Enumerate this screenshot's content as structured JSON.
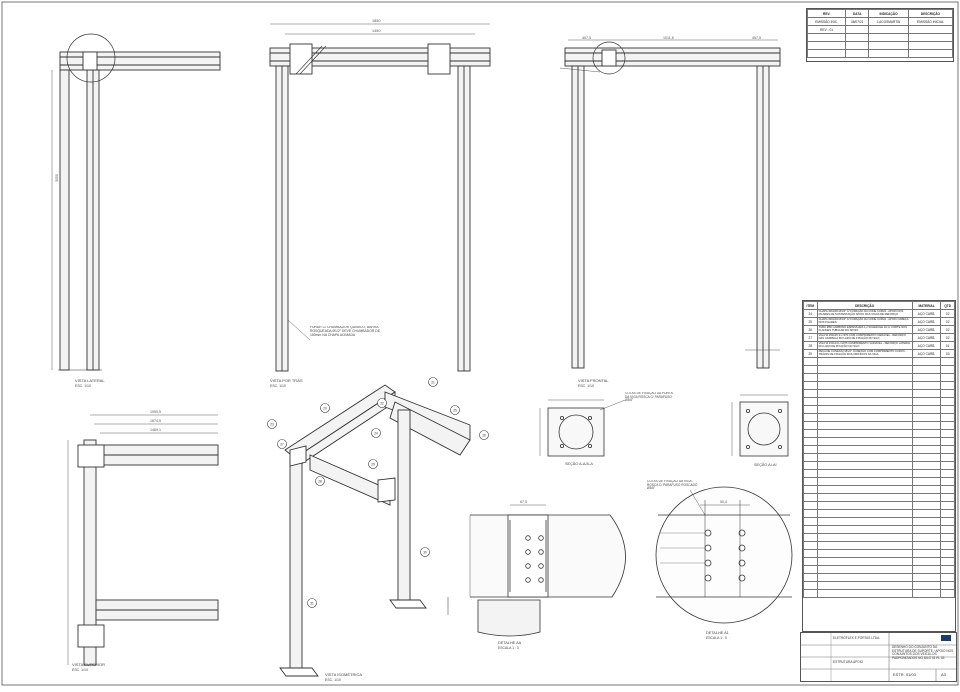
{
  "colors": {
    "line": "#333333",
    "steel_fill": "#f3f3f3",
    "paper": "#ffffff"
  },
  "views": {
    "lateral": {
      "label": "VISTA LATERAL",
      "scale": "ESC. 1/10"
    },
    "tras": {
      "label": "VISTA POR TRÁS",
      "scale": "ESC. 1/10"
    },
    "frontal": {
      "label": "VISTA FRONTAL",
      "scale": "ESC. 1/10"
    },
    "superior": {
      "label": "VISTA SUPERIOR",
      "scale": "ESC. 1/10"
    },
    "isometrica": {
      "label": "VISTA ISOMÉTRICA",
      "scale": "ESC. 1/10"
    },
    "secao_a": {
      "label": "SEÇÃO A-A/A-A"
    },
    "secao_b": {
      "label": "SEÇÃO AI-AI"
    },
    "detalhe_aa": {
      "label": "DETALHE AA",
      "scale": "ESCALA 1 : 3"
    },
    "detalhe_a1": {
      "label": "DETALHE A1",
      "scale": "ESCALA 1 : 5"
    }
  },
  "notes": {
    "chumbador": "FURAR C/ CHUMBADOR QUÍMICO, BARRA ROSQUEADA Ø1/2\" DEVE CHUMBADOR DE 150mm NA CHAPA ACIMADA",
    "fixacao_1": "COTAS DE FIXAÇÃO DA PONTA DA VIGA ROSCA C/ PARAFUSO Ø3/8\"",
    "fixacao_2": "COTAS DE FIXAÇÃO DA VIGA - ROSCA C/ PARAFUSO ROSCADO Ø3/8\""
  },
  "dims": {
    "tras_overall": "1850",
    "tras_inner": "1450",
    "frontal": [
      "457,5",
      "1011,5",
      "457,5"
    ],
    "superior": [
      "1950,5",
      "1874,5",
      "1469,1"
    ],
    "height": "3050",
    "detail_width": "67,5",
    "detail_a1": "50,4"
  },
  "callouts": [
    "20",
    "21",
    "22",
    "23",
    "24",
    "25",
    "26",
    "27",
    "28",
    "29",
    "30",
    "31"
  ],
  "revision": {
    "headers": [
      "REV.",
      "DATA",
      "INDICAÇÃO",
      "DESCRIÇÃO"
    ],
    "rows": [
      [
        "EMISSÃO INIC.",
        "08/07/21",
        "J.ACOSMARTIN",
        "EMISSÃO INICIAL"
      ],
      [
        "REV - 01",
        "",
        "",
        ""
      ]
    ]
  },
  "bom": {
    "headers": [
      "ITEM",
      "DESCRIÇÃO",
      "MATERIAL",
      "QTD"
    ],
    "rows": [
      [
        "24",
        "CHAPA 300x300 Ø1/2\" C/ FURAÇÃO DA CONE CURVA - APOIO DOS PILARES DE SUSTENTAÇÃO APOIO DAS VIGAS DE REFORÇO",
        "AÇO CARB.",
        "02"
      ],
      [
        "25",
        "CHAPA 300x300 Ø1/2\" C/ FURAÇÃO DA CONE CURVA - APOIO CABEÇA DOS PILARES",
        "AÇO CARB.",
        "02"
      ],
      [
        "26",
        "TUBO Ø50 CARBONO ESPESSURA 1,2 SCHEDULE 40 C/ CORTE NOS FLANGES TUBULAR DO APOIO",
        "AÇO CARB.",
        "02"
      ],
      [
        "27",
        "VIGA W 250x25,3 L=970 COM COMPRIMENTO VARIÁVEL - REFORÇO DAS CARREGA DO LADO DE FIXAÇÃO DO SILO",
        "AÇO CARB.",
        "02"
      ],
      [
        "28",
        "VIGA W 150x13 L=1975 COMPRIMENTO VARIÁVEL - REFORÇO LATERAL DO LADO DE FIXAÇÃO DO SILO",
        "AÇO CARB.",
        "01"
      ],
      [
        "29",
        "PEÇA DE CONEXÃO Ø1/2\" CONEXÃO COM COMPRIMENTO CURVO - TRAVAS DE FIXAÇÃO DOS ORIFÍCIOS DA VIGA",
        "AÇO CARB.",
        "03"
      ]
    ]
  },
  "title_block": {
    "title": "DESENHO DO CONJUNTO DA ESTRUTURA DE SUPORTE / APOIO NOS CONJUNTOS DOS VEÍCULOS PADRONIZADOS NO SILO 01 FL 03",
    "company": "ELETROFLEX E PORTAS LTDA.",
    "drawing": "ESTRUTURA APOIO",
    "sheet": "ESTR. 01/03",
    "size": "A3"
  }
}
